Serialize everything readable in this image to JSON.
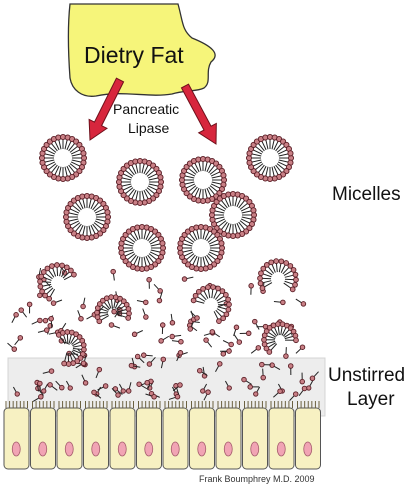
{
  "fat": {
    "label": "Dietry Fat",
    "fill": "#f6f57a"
  },
  "enzyme": {
    "line1": "Pancreatic",
    "line2": "Lipase",
    "arrow_color": "#d7263d"
  },
  "micelles": {
    "label": "Micelles",
    "head_color": "#c98086"
  },
  "unstirred": {
    "line1": "Unstirred",
    "line2": "Layer",
    "fill": "#ededed"
  },
  "epithelium": {
    "cell_fill": "#f7f1c2",
    "nucleus_color": "#f1a4b4"
  },
  "credit": "Frank Boumphrey M.D. 2009"
}
